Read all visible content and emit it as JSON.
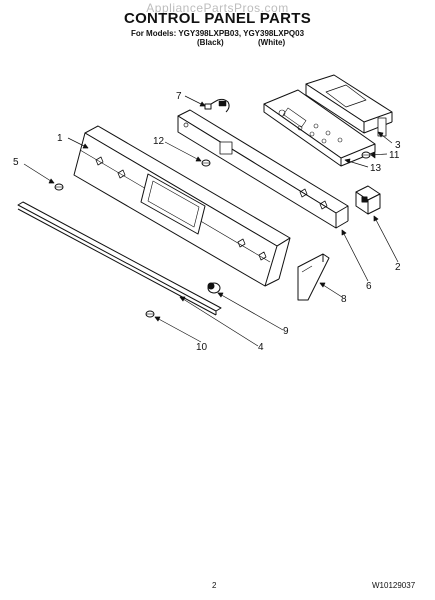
{
  "header": {
    "watermark": "AppliancePartsPros.com",
    "title": "CONTROL PANEL PARTS",
    "models": "For Models: YGY398LXPB03, YGY398LXPQ03",
    "color_black": "(Black)",
    "color_white": "(White)"
  },
  "callouts": [
    "1",
    "2",
    "3",
    "4",
    "5",
    "6",
    "7",
    "8",
    "9",
    "10",
    "11",
    "12",
    "13"
  ],
  "footer": {
    "page": "2",
    "doc": "W10129037"
  }
}
